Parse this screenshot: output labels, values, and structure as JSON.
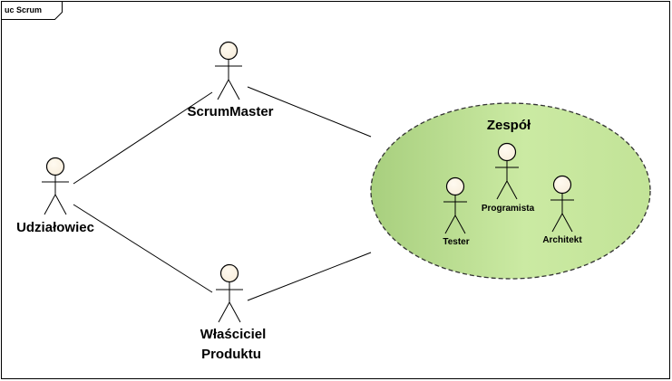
{
  "diagram": {
    "frame_title": "uc Scrum",
    "colors": {
      "frame_border": "#000000",
      "actor_head_fill": "#f8eedc",
      "actor_head_shadow": "#cbbfa9",
      "team_fill_dark": "#a8cf7e",
      "team_fill_light": "#cbeaa3",
      "team_border": "#333333"
    },
    "team": {
      "label": "Zespół",
      "members": [
        {
          "label": "Tester"
        },
        {
          "label": "Programista"
        },
        {
          "label": "Architekt"
        }
      ]
    },
    "actors": {
      "scrum_master": {
        "label": "ScrumMaster"
      },
      "stakeholder": {
        "label": "Udziałowiec"
      },
      "product_owner": {
        "label_line1": "Właściciel",
        "label_line2": "Produktu"
      }
    }
  }
}
